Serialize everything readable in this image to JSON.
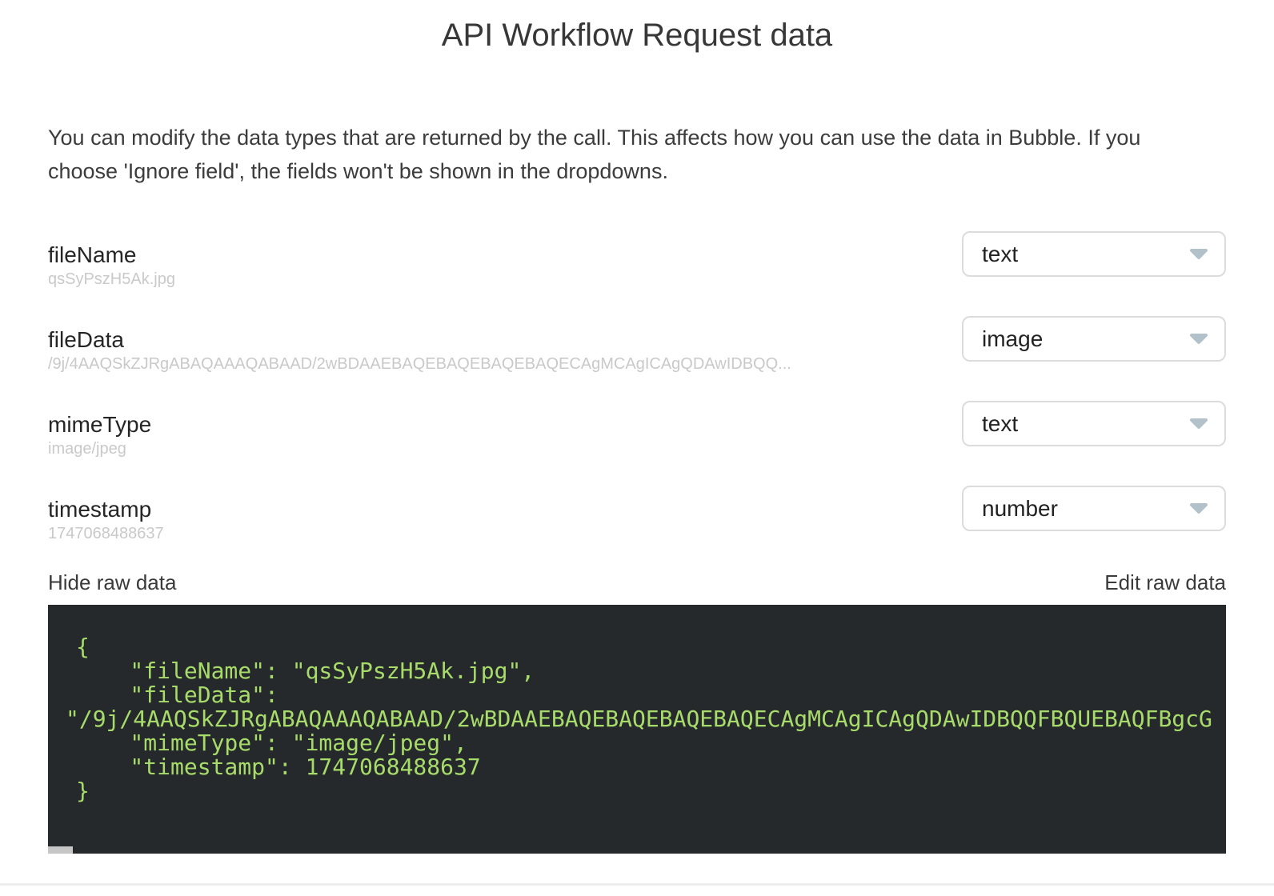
{
  "page": {
    "title": "API Workflow Request data",
    "description": "You can modify the data types that are returned by the call. This affects how you can use the data in Bubble. If you choose 'Ignore field', the fields won't be shown in the dropdowns."
  },
  "fields": [
    {
      "name": "fileName",
      "sample": "qsSyPszH5Ak.jpg",
      "type": "text"
    },
    {
      "name": "fileData",
      "sample": "/9j/4AAQSkZJRgABAQAAAQABAAD/2wBDAAEBAQEBAQEBAQEBAQECAgMCAgICAgQDAwIDBQQ...",
      "type": "image"
    },
    {
      "name": "mimeType",
      "sample": "image/jpeg",
      "type": "text"
    },
    {
      "name": "timestamp",
      "sample": "1747068488637",
      "type": "number"
    }
  ],
  "raw_data": {
    "hide_label": "Hide raw data",
    "edit_label": "Edit raw data",
    "code_lines": [
      "{",
      "    \"fileName\": \"qsSyPszH5Ak.jpg\",",
      "    \"fileData\":",
      "\"/9j/4AAQSkZJRgABAQAAAQABAAD/2wBDAAEBAQEBAQEBAQEBAQECAgMCAgICAgQDAwIDBQQFBQUEBAQFBgcG",
      "    \"mimeType\": \"image/jpeg\",",
      "    \"timestamp\": 1747068488637",
      "}"
    ]
  },
  "colors": {
    "code_background": "#26292c",
    "code_text": "#a8dc6a",
    "dropdown_border": "#dcdcdc",
    "chevron": "#b3c1cb",
    "sample_text": "#c9c9c9",
    "scrollbar_thumb": "#c6c6c6"
  }
}
